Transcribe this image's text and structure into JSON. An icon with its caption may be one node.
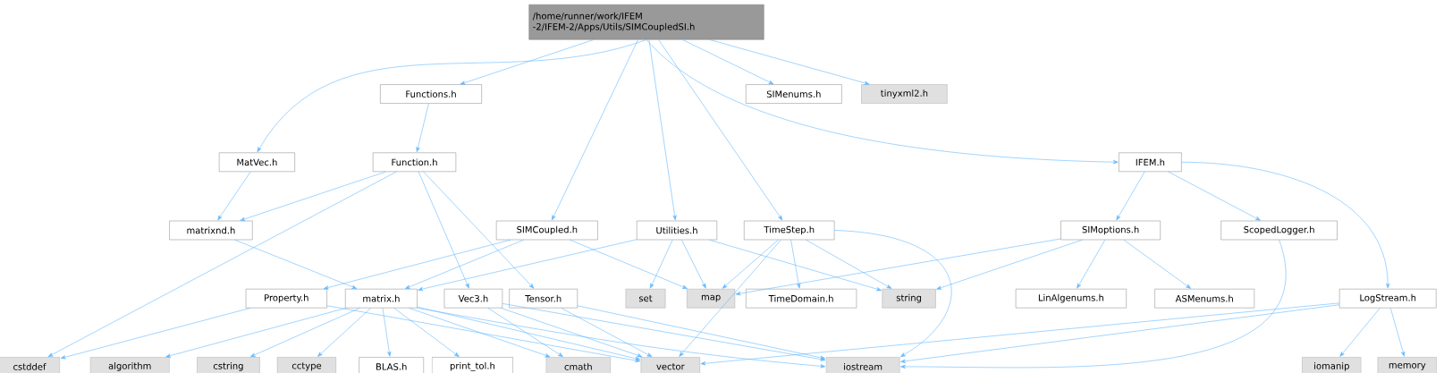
{
  "diagram": {
    "nodes": [
      {
        "text": [
          "/home/runner/work/IFEM -2/IFEM-2/Apps/Utils/SIMCoupledSI.h"
        ]
      },
      {
        "text": [
          "Functions.h"
        ]
      },
      {
        "text": [
          "SIMenums.h"
        ]
      },
      {
        "text": [
          "tinyxml2.h"
        ]
      },
      {
        "text": [
          "MatVec.h"
        ]
      },
      {
        "text": [
          "Function.h"
        ]
      },
      {
        "text": [
          "IFEM.h"
        ]
      },
      {
        "text": [
          "matrixnd.h"
        ]
      },
      {
        "text": [
          "SIMCoupled.h"
        ]
      },
      {
        "text": [
          "Utilities.h"
        ]
      },
      {
        "text": [
          "TimeStep.h"
        ]
      },
      {
        "text": [
          "SIMoptions.h"
        ]
      },
      {
        "text": [
          "ScopedLogger.h"
        ]
      },
      {
        "text": [
          "Property.h"
        ]
      },
      {
        "text": [
          "matrix.h"
        ]
      },
      {
        "text": [
          "Vec3.h"
        ]
      },
      {
        "text": [
          "Tensor.h"
        ]
      },
      {
        "text": [
          "set"
        ]
      },
      {
        "text": [
          "map"
        ]
      },
      {
        "text": [
          "TimeDomain.h"
        ]
      },
      {
        "text": [
          "string"
        ]
      },
      {
        "text": [
          "LinAlgenums.h"
        ]
      },
      {
        "text": [
          "ASMenums.h"
        ]
      },
      {
        "text": [
          "LogStream.h"
        ]
      },
      {
        "text": [
          "cstddef"
        ]
      },
      {
        "text": [
          "algorithm"
        ]
      },
      {
        "text": [
          "cstring"
        ]
      },
      {
        "text": [
          "cctype"
        ]
      },
      {
        "text": [
          "BLAS.h"
        ]
      },
      {
        "text": [
          "print_tol.h"
        ]
      },
      {
        "text": [
          "cmath"
        ]
      },
      {
        "text": [
          "vector"
        ]
      },
      {
        "text": [
          "iostream"
        ]
      },
      {
        "text": [
          "iomanip"
        ]
      },
      {
        "text": [
          "memory"
        ]
      }
    ],
    "edges": [
      {
        "from": 0,
        "to": 4,
        "arrow": "to"
      },
      {
        "from": 0,
        "to": 1,
        "arrow": "to"
      },
      {
        "from": 0,
        "to": 8,
        "arrow": "to"
      },
      {
        "from": 0,
        "to": 9,
        "arrow": "to"
      },
      {
        "from": 0,
        "to": 10,
        "arrow": "to"
      },
      {
        "from": 0,
        "to": 2,
        "arrow": "to"
      },
      {
        "from": 0,
        "to": 3,
        "arrow": "to"
      },
      {
        "from": 0,
        "to": 6,
        "arrow": "to"
      },
      {
        "from": 1,
        "to": 5,
        "arrow": "to"
      },
      {
        "from": 4,
        "to": 7,
        "arrow": "to"
      },
      {
        "from": 5,
        "to": 7,
        "arrow": "to"
      },
      {
        "from": 5,
        "to": 24,
        "arrow": "to"
      },
      {
        "from": 5,
        "to": 15,
        "arrow": "to"
      },
      {
        "from": 5,
        "to": 16,
        "arrow": "to"
      },
      {
        "from": 7,
        "to": 14,
        "arrow": "to"
      },
      {
        "from": 8,
        "to": 13,
        "arrow": "to"
      },
      {
        "from": 8,
        "to": 14,
        "arrow": "to"
      },
      {
        "from": 8,
        "to": 18,
        "arrow": "to"
      },
      {
        "from": 9,
        "to": 14,
        "arrow": "to"
      },
      {
        "from": 9,
        "to": 17,
        "arrow": "to"
      },
      {
        "from": 9,
        "to": 18,
        "arrow": "to"
      },
      {
        "from": 9,
        "to": 20,
        "arrow": "to"
      },
      {
        "from": 10,
        "to": 18,
        "arrow": "to"
      },
      {
        "from": 10,
        "to": 31,
        "arrow": "to"
      },
      {
        "from": 10,
        "to": 19,
        "arrow": "to"
      },
      {
        "from": 10,
        "to": 20,
        "arrow": "to"
      },
      {
        "from": 10,
        "to": 32,
        "arrow": "to"
      },
      {
        "from": 6,
        "to": 11,
        "arrow": "to"
      },
      {
        "from": 6,
        "to": 12,
        "arrow": "to"
      },
      {
        "from": 6,
        "to": 23,
        "arrow": "to"
      },
      {
        "from": 11,
        "to": 18,
        "arrow": "to"
      },
      {
        "from": 11,
        "to": 20,
        "arrow": "to"
      },
      {
        "from": 11,
        "to": 21,
        "arrow": "to"
      },
      {
        "from": 11,
        "to": 22,
        "arrow": "to"
      },
      {
        "from": 12,
        "to": 32,
        "arrow": "to"
      },
      {
        "from": 23,
        "to": 31,
        "arrow": "to"
      },
      {
        "from": 23,
        "to": 32,
        "arrow": "to"
      },
      {
        "from": 23,
        "to": 33,
        "arrow": "to"
      },
      {
        "from": 23,
        "to": 34,
        "arrow": "to"
      },
      {
        "from": 13,
        "to": 24,
        "arrow": "to"
      },
      {
        "from": 13,
        "to": 31,
        "arrow": "to"
      },
      {
        "from": 14,
        "to": 25,
        "arrow": "to"
      },
      {
        "from": 14,
        "to": 26,
        "arrow": "to"
      },
      {
        "from": 14,
        "to": 27,
        "arrow": "to"
      },
      {
        "from": 14,
        "to": 28,
        "arrow": "to"
      },
      {
        "from": 14,
        "to": 29,
        "arrow": "to"
      },
      {
        "from": 14,
        "to": 30,
        "arrow": "to"
      },
      {
        "from": 14,
        "to": 31,
        "arrow": "to"
      },
      {
        "from": 14,
        "to": 32,
        "arrow": "to"
      },
      {
        "from": 15,
        "to": 30,
        "arrow": "to"
      },
      {
        "from": 15,
        "to": 31,
        "arrow": "to"
      },
      {
        "from": 15,
        "to": 32,
        "arrow": "to"
      },
      {
        "from": 16,
        "to": 31,
        "arrow": "to"
      },
      {
        "from": 16,
        "to": 32,
        "arrow": "to"
      }
    ]
  }
}
